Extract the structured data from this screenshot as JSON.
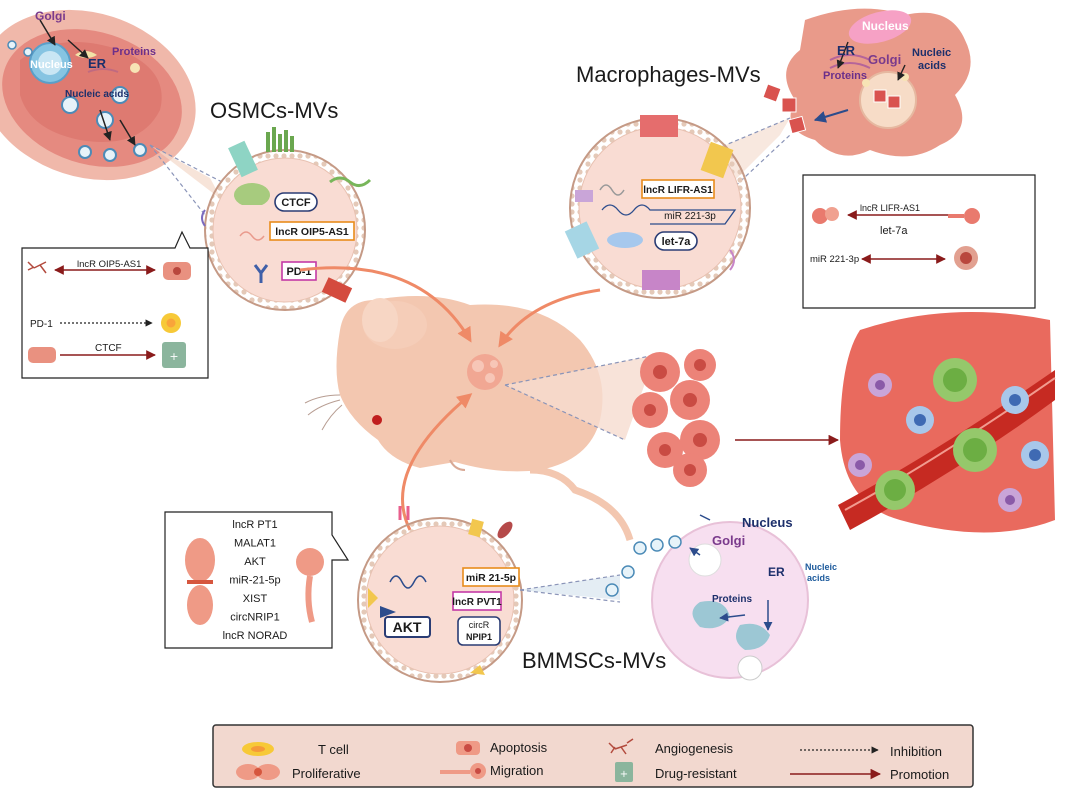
{
  "sections": {
    "osmcs": {
      "title": "OSMCs-MVs",
      "cell_labels": {
        "golgi": "Golgi",
        "nucleus": "Nucleus",
        "er": "ER",
        "proteins": "Proteins",
        "nucleic_acids": "Nucleic acids"
      },
      "cargo": {
        "ctcf": "CTCF",
        "lncr": "lncR OIP5-AS1",
        "pd1": "PD-1"
      },
      "callout": {
        "row1": "lncR OIP5-AS1",
        "row2": "PD-1",
        "row3": "CTCF"
      }
    },
    "macrophages": {
      "title": "Macrophages-MVs",
      "cell_labels": {
        "nucleus": "Nucleus",
        "er": "ER",
        "golgi": "Golgi",
        "proteins": "Proteins",
        "nucleic_acids_1": "Nucleic",
        "nucleic_acids_2": "acids"
      },
      "cargo": {
        "lncr": "lncR LIFR-AS1",
        "mir": "miR 221-3p",
        "let7a": "let-7a"
      },
      "callout": {
        "row1a": "lncR LIFR-AS1",
        "row1b": "let-7a",
        "row2": "miR 221-3p"
      }
    },
    "bmmscs": {
      "title": "BMMSCs-MVs",
      "cell_labels": {
        "golgi": "Golgi",
        "nucleus": "Nucleus",
        "er": "ER",
        "proteins": "Proteins",
        "nucleic_acids_1": "Nucleic",
        "nucleic_acids_2": "acids"
      },
      "cargo": {
        "mir": "miR 21-5p",
        "lncr": "lncR PVT1",
        "akt": "AKT",
        "circ1": "circR",
        "circ2": "NPIP1"
      },
      "callout_list": [
        "lncR PT1",
        "MALAT1",
        "AKT",
        "miR-21-5p",
        "XIST",
        "circNRIP1",
        "lncR NORAD"
      ]
    }
  },
  "legend": {
    "t_cell": "T cell",
    "proliferative": "Proliferative",
    "apoptosis": "Apoptosis",
    "migration": "Migration",
    "angiogenesis": "Angiogenesis",
    "drug_resistant": "Drug-resistant",
    "inhibition": "Inhibition",
    "promotion": "Promotion"
  },
  "colors": {
    "vesicle_fill": "#f9dcd3",
    "cell_fill": "#e8857c",
    "mouse_fill": "#f3c7b0",
    "promotion_arrow": "#8a1b1b",
    "arrow_orange": "#ef8a67",
    "legend_bg": "#f2d8cf",
    "vessel": "#c62a22",
    "tumor_cell": "#e96a5e"
  }
}
